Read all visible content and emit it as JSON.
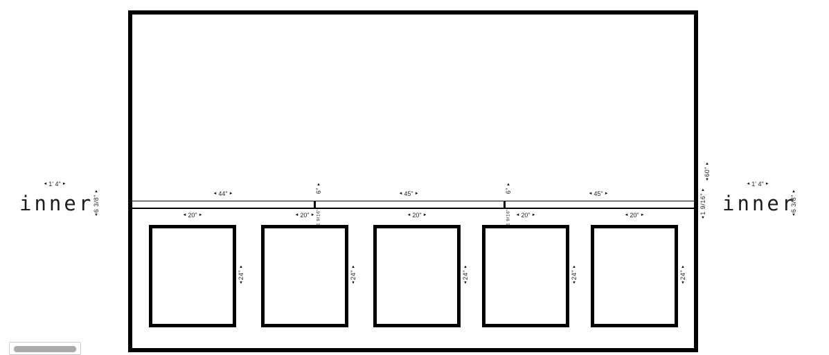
{
  "glyphs": {
    "left": "◄",
    "right": "►",
    "up": "▲",
    "down": "▼"
  },
  "inner_left": {
    "label": "inner",
    "width_dim": "1' 4\"",
    "height_dim": "6 3/8\""
  },
  "inner_right": {
    "label": "inner",
    "width_dim": "1' 4\"",
    "height_dim": "6 3/8\""
  },
  "rail": {
    "segments": [
      "44\"",
      "45\"",
      "45\""
    ],
    "divider_above": "6\"",
    "divider_below": "1 9/16\"",
    "right_upper": "60\"",
    "right_lower": "1 9/16\""
  },
  "frames": [
    {
      "width": "20\"",
      "height": "24\""
    },
    {
      "width": "20\"",
      "height": "24\""
    },
    {
      "width": "20\"",
      "height": "24\""
    },
    {
      "width": "20\"",
      "height": "24\""
    },
    {
      "width": "20\"",
      "height": "24\""
    }
  ]
}
